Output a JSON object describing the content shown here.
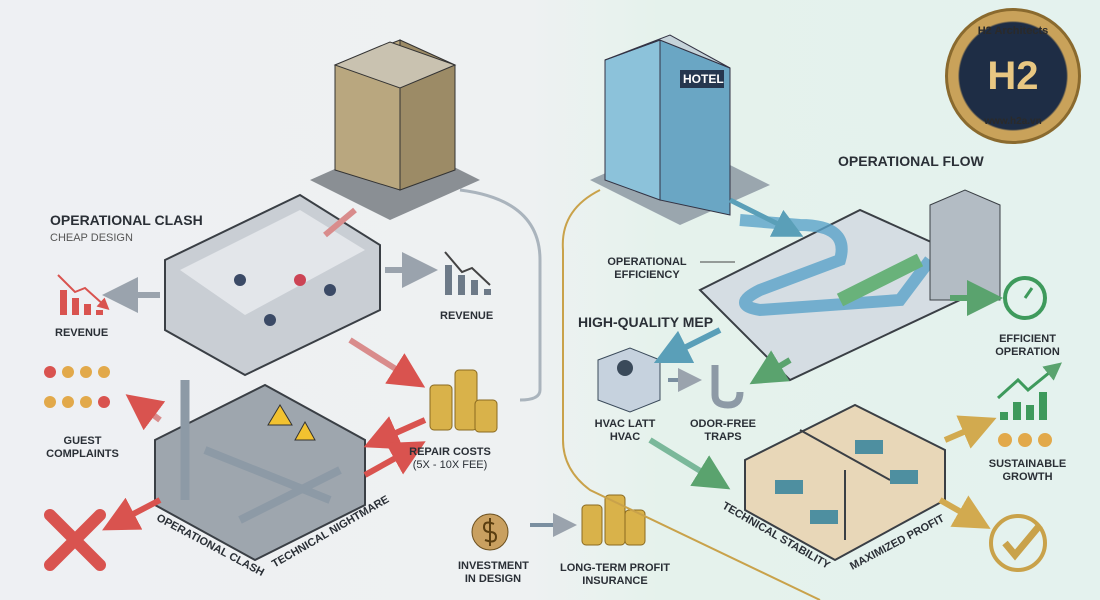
{
  "logo": {
    "name": "H2 Architects",
    "mark": "H2",
    "url": "www.h2a.vn"
  },
  "left": {
    "title": "OPERATIONAL CLASH",
    "subtitle": "CHEAP DESIGN",
    "revenue_left": "REVENUE",
    "revenue_right": "REVENUE",
    "guest_complaints": "GUEST COMPLAINTS",
    "repair_costs": "REPAIR COSTS",
    "repair_costs_note": "(5x - 10x FEE)",
    "operational_clash": "OPERATIONAL CLASH",
    "technical_nightmare": "TECHNICAL NIGHTMARE"
  },
  "middle": {
    "investment": "INVESTMENT IN DESIGN",
    "long_term": "LONG-TERM PROFIT INSURANCE"
  },
  "right": {
    "hotel_sign": "HOTEL",
    "operational_flow": "OPERATIONAL FLOW",
    "operational_efficiency": "OPERATIONAL EFFICIENCY",
    "high_quality_mep": "HIGH-QUALITY MEP",
    "hvac": "HVAC LATT HVAC",
    "odor_free": "ODOR-FREE TRAPS",
    "efficient_operation": "EFFICIENT OPERATION",
    "sustainable_growth": "SUSTAINABLE GROWTH",
    "technical_stability": "TECHNICAL STABILITY",
    "maximized_profit": "MAXIMIZED PROFIT"
  },
  "colors": {
    "bad": "#d9534f",
    "good": "#3e9a5c",
    "gold": "#c9a24a",
    "blue": "#4a90b8"
  }
}
